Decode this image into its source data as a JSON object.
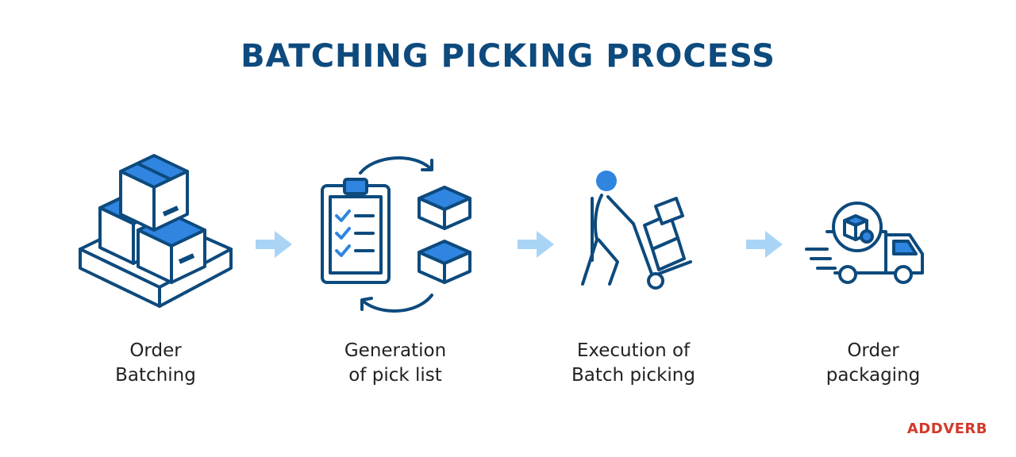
{
  "title": "BATCHING PICKING PROCESS",
  "colors": {
    "navy": "#0d4a7d",
    "blue": "#2f85e0",
    "light_arrow": "#a9d4f5",
    "brand": "#d23a2a"
  },
  "steps": [
    {
      "icon": "stacked-boxes-on-pallet-icon",
      "label_line1": "Order",
      "label_line2": "Batching"
    },
    {
      "icon": "clipboard-checklist-icon",
      "label_line1": "Generation",
      "label_line2": "of pick list"
    },
    {
      "icon": "worker-with-hand-truck-icon",
      "label_line1": "Execution of",
      "label_line2": "Batch picking"
    },
    {
      "icon": "delivery-truck-icon",
      "label_line1": "Order",
      "label_line2": "packaging"
    }
  ],
  "brand": "ADDVERB"
}
